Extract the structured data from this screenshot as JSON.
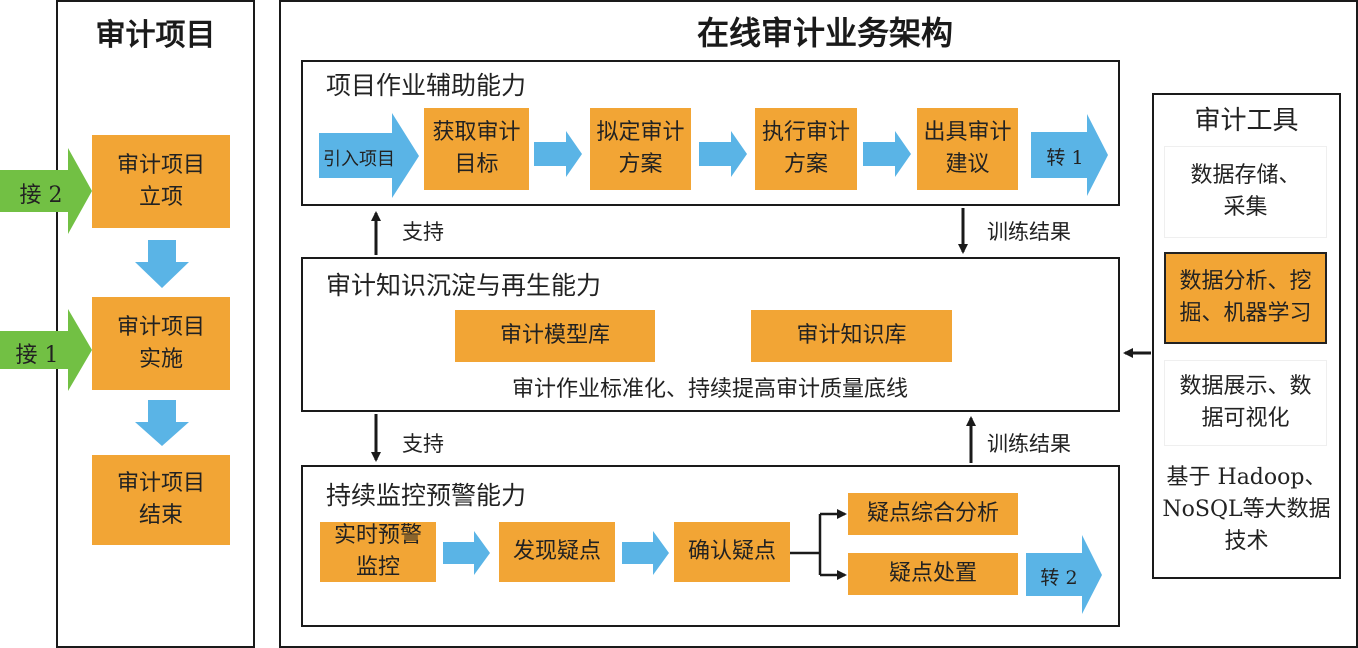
{
  "left_panel": {
    "title": "审计项目",
    "steps": [
      "审计项目\n立项",
      "审计项目\n实施",
      "审计项目\n结束"
    ],
    "inputs": [
      "接 2",
      "接 1"
    ]
  },
  "main": {
    "title": "在线审计业务架构",
    "top": {
      "title": "项目作业辅助能力",
      "entry": "引入项目",
      "steps": [
        "获取审计\n目标",
        "拟定审计\n方案",
        "执行审计\n方案",
        "出具审计\n建议"
      ],
      "exit": "转 1"
    },
    "middle": {
      "title": "审计知识沉淀与再生能力",
      "libraries": [
        "审计模型库",
        "审计知识库"
      ],
      "caption": "审计作业标准化、持续提高审计质量底线"
    },
    "bottom": {
      "title": "持续监控预警能力",
      "steps": [
        "实时预警\n监控",
        "发现疑点",
        "确认疑点"
      ],
      "branches": [
        "疑点综合分析",
        "疑点处置"
      ],
      "exit": "转 2"
    },
    "labels": {
      "support_top": "支持",
      "train_top": "训练结果",
      "support_bottom": "支持",
      "train_bottom": "训练结果"
    }
  },
  "tools": {
    "title": "审计工具",
    "items": [
      "数据存储、\n采集",
      "数据分析、挖\n掘、机器学习",
      "数据展示、数\n据可视化"
    ],
    "footer": "基于 Hadoop、\nNoSQL等大数据\n技术"
  },
  "colors": {
    "orange": "#f2a535",
    "blue_arrow": "#5ab4e6",
    "green_arrow": "#72c044",
    "frame": "#1a1a1a"
  }
}
